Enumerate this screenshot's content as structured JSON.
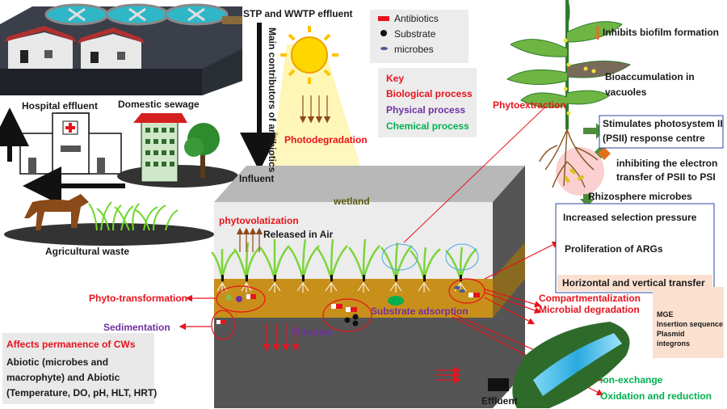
{
  "colors": {
    "biological": "#e8121c",
    "physical": "#7030a0",
    "chemical": "#00b050",
    "soil": "#c8901a",
    "arrow_green": "#4e8b3a"
  },
  "sources": {
    "stp": "STP and WWTP effluent",
    "hospital": "Hospital effluent",
    "domestic": "Domestic sewage",
    "agricultural": "Agricultural waste",
    "main_contributors": "Main contributors of antibiotics",
    "influent": "Influent"
  },
  "legend": {
    "antibiotics": "Antibiotics",
    "substrate": "Substrate",
    "microbes": "microbes"
  },
  "key": {
    "title": "Key",
    "biological": "Biological process",
    "physical": "Physical process",
    "chemical": "Chemical process"
  },
  "wetland": {
    "photodegradation": "Photodegradation",
    "wetland": "wetland",
    "phytovolatization": "phytovolatization",
    "released_in_air": "Released in Air",
    "phyto_transformation": "Phyto-transformation",
    "sedimentation": "Sedimentation",
    "filtration": "Filtration",
    "substrate_adsorption": "Substrate adsorption",
    "compartmentalization": "Compartmentalization",
    "microbial_degradation": "Microbial degradation",
    "ion_exchange": "Ion-exchange",
    "oxidation_reduction": "Oxidation and reduction",
    "effluent": "Effluent"
  },
  "plant": {
    "phytoextraction": "Phytoextraction",
    "inhibits_biofilm": "Inhibits biofilm formation",
    "bioaccumulation_1": "Bioaccumulation in",
    "bioaccumulation_2": "vacuoles",
    "psii_1": "Stimulates photosystem II",
    "psii_2": "(PSII) response centre",
    "inhibit_1": "inhibiting the electron",
    "inhibit_2": "transfer of PSII to PSI",
    "rhizosphere": "Rhizosphere microbes"
  },
  "args_box": {
    "selection": "Increased selection pressure",
    "proliferation": "Proliferation of ARGs",
    "transfer": "Horizontal and vertical transfer"
  },
  "mge": {
    "title": "MGE",
    "items": [
      "Insertion sequence",
      "Plasmid",
      "integrons"
    ]
  },
  "permanence": {
    "title": "Affects permanence of CWs",
    "line1": "Abiotic (microbes and",
    "line2": "macrophyte) and Abiotic",
    "line3": "(Temperature, DO, pH, HLT, HRT)"
  }
}
